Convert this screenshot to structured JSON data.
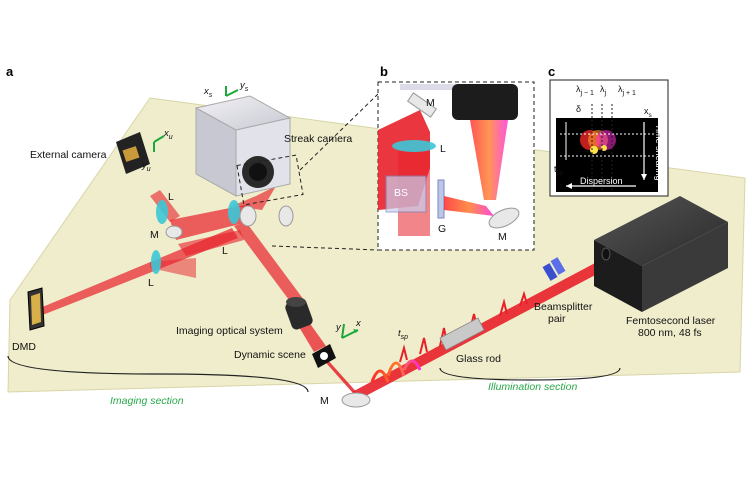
{
  "panels": {
    "a": "a",
    "b": "b",
    "c": "c"
  },
  "labels": {
    "streak_camera": "Streak camera",
    "external_camera": "External camera",
    "imaging_optical_system": "Imaging optical system",
    "dynamic_scene": "Dynamic scene",
    "dmd": "DMD",
    "glass_rod": "Glass rod",
    "beamsplitter_pair_1": "Beamsplitter",
    "beamsplitter_pair_2": "pair",
    "femtosecond_laser_1": "Femtosecond laser",
    "femtosecond_laser_2": "800 nm, 48 fs",
    "imaging_section": "Imaging section",
    "illumination_section": "Illumination section",
    "tsp": "t",
    "tsp_sub": "sp"
  },
  "optics": {
    "mirror": "M",
    "lens": "L",
    "beamsplitter": "BS",
    "grating": "G"
  },
  "axes": {
    "xs": "x",
    "ys": "y",
    "s": "s",
    "xu": "x",
    "yu": "y",
    "u": "u",
    "x": "x",
    "y": "y"
  },
  "inset_c": {
    "lambda_jm1": "λ",
    "sub_jm1": "j − 1",
    "lambda_j": "λ",
    "sub_j": "j",
    "lambda_jp1": "λ",
    "sub_jp1": "j + 1",
    "delta": "δ",
    "time_shearing": "Time shearing",
    "dispersion": "Dispersion",
    "tsp": "t",
    "tsp_sub": "sp",
    "xs": "x",
    "ys": "y",
    "s": "s"
  },
  "colors": {
    "table": "#eeecc8",
    "beam": "#e8202a",
    "streak_body": "#dcdce4",
    "laser_box": "#333333",
    "axis_green": "#1aa83a",
    "section_text": "#2aa84a"
  }
}
